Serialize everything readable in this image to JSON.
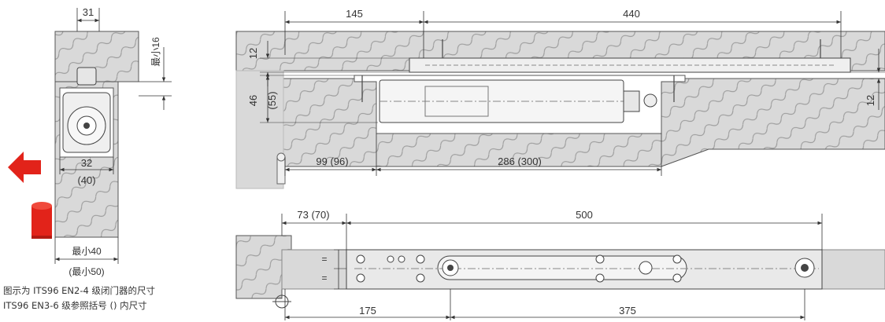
{
  "side_view": {
    "dim_top": "31",
    "dim_min16": "最小16",
    "dim_32": "32",
    "dim_40": "(40)",
    "dim_min40": "最小40",
    "dim_min50": "(最小50)"
  },
  "top_view": {
    "dim_145": "145",
    "dim_440": "440",
    "dim_12_left": "12",
    "dim_46": "46",
    "dim_55": "(55)",
    "dim_12_right": "12",
    "dim_99": "99 (96)",
    "dim_286": "286  (300)"
  },
  "bottom_view": {
    "dim_73": "73 (70)",
    "dim_500": "500",
    "dim_175": "175",
    "dim_375": "375",
    "equal_mark": "="
  },
  "caption": {
    "line1": "图示为 ITS96 EN2-4 级闭门器的尺寸",
    "line2": "ITS96 EN3-6  级参照括号 () 内尺寸"
  },
  "colors": {
    "arrow": "#e2231a",
    "wall": "#d9d9d9",
    "line": "#333333"
  },
  "icons": {
    "direction_arrow": "left-arrow-icon",
    "door_stop": "door-stop-icon"
  }
}
